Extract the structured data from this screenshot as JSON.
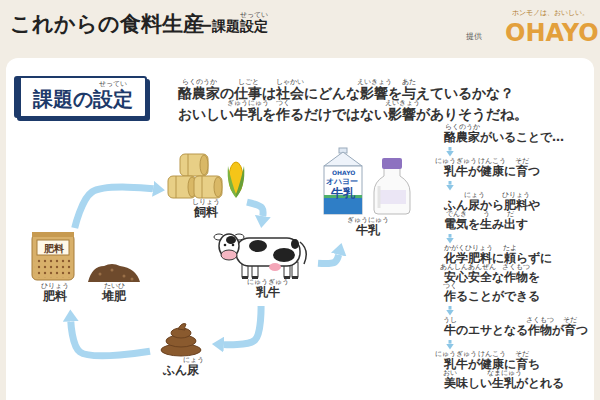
{
  "diagram": {
    "title": "これからの食料生産",
    "nodes": [
      {
        "text": [
          "課題の設定"
        ]
      },
      {
        "text": [
          "飼料"
        ]
      },
      {
        "text": [
          "牛乳"
        ]
      },
      {
        "text": [
          "乳牛"
        ]
      },
      {
        "text": [
          "肥料"
        ]
      },
      {
        "text": [
          "堆肥"
        ]
      },
      {
        "text": [
          "ふん尿"
        ]
      },
      {
        "text": [
          "酪農家がいることで…"
        ]
      },
      {
        "text": [
          "乳牛が健康に育つ"
        ]
      },
      {
        "text": [
          "ふん尿から肥料や 電気を生み出す"
        ]
      },
      {
        "text": [
          "化学肥料に頼らずに 安心安全な作物を 作ることができる"
        ]
      },
      {
        "text": [
          "牛のエサとなる作物が育つ"
        ]
      },
      {
        "text": [
          "乳牛が健康に育ち 美味しい生乳がとれる"
        ]
      }
    ],
    "edges": [
      {
        "from": 4,
        "to": 1,
        "arrow": "to"
      },
      {
        "from": 1,
        "to": 3,
        "arrow": "to"
      },
      {
        "from": 3,
        "to": 2,
        "arrow": "to"
      },
      {
        "from": 3,
        "to": 6,
        "arrow": "to"
      },
      {
        "from": 6,
        "to": 4,
        "arrow": "to"
      },
      {
        "from": 7,
        "to": 8,
        "arrow": "to"
      },
      {
        "from": 8,
        "to": 9,
        "arrow": "to"
      },
      {
        "from": 9,
        "to": 10,
        "arrow": "to"
      },
      {
        "from": 10,
        "to": 11,
        "arrow": "to"
      },
      {
        "from": 11,
        "to": 12,
        "arrow": "to"
      }
    ],
    "labels": [
      "ー課題設定",
      "せってい",
      "提供",
      "ホンモノは、おいしい。",
      "OHAYO",
      "せってい",
      "酪農家の仕事は社会にどんな影響を与えているかな？",
      "おいしい牛乳を作るだけではない影響がありそうだね。",
      "らくのうか",
      "しごと",
      "しゃかい",
      "えいきょう",
      "あた",
      "ぎゅうにゅう",
      "つく",
      "えいきょう",
      "OHAYO",
      "オハヨー",
      "牛乳",
      "肥料",
      "しりょう",
      "ぎゅうにゅう",
      "にゅうぎゅう",
      "ひりょう",
      "たいひ",
      "にょう",
      "らくのうか",
      "にゅうぎゅう",
      "けんこう",
      "そだ",
      "にょう",
      "ひりょう",
      "でんき",
      "う",
      "だ",
      "かがくひりょう",
      "たよ",
      "あんしんあんぜん",
      "さくもつ",
      "つく",
      "うし",
      "さくもつ",
      "そだ",
      "にゅうぎゅう",
      "けんこう",
      "そだ",
      "おい",
      "なまにゅう"
    ]
  }
}
